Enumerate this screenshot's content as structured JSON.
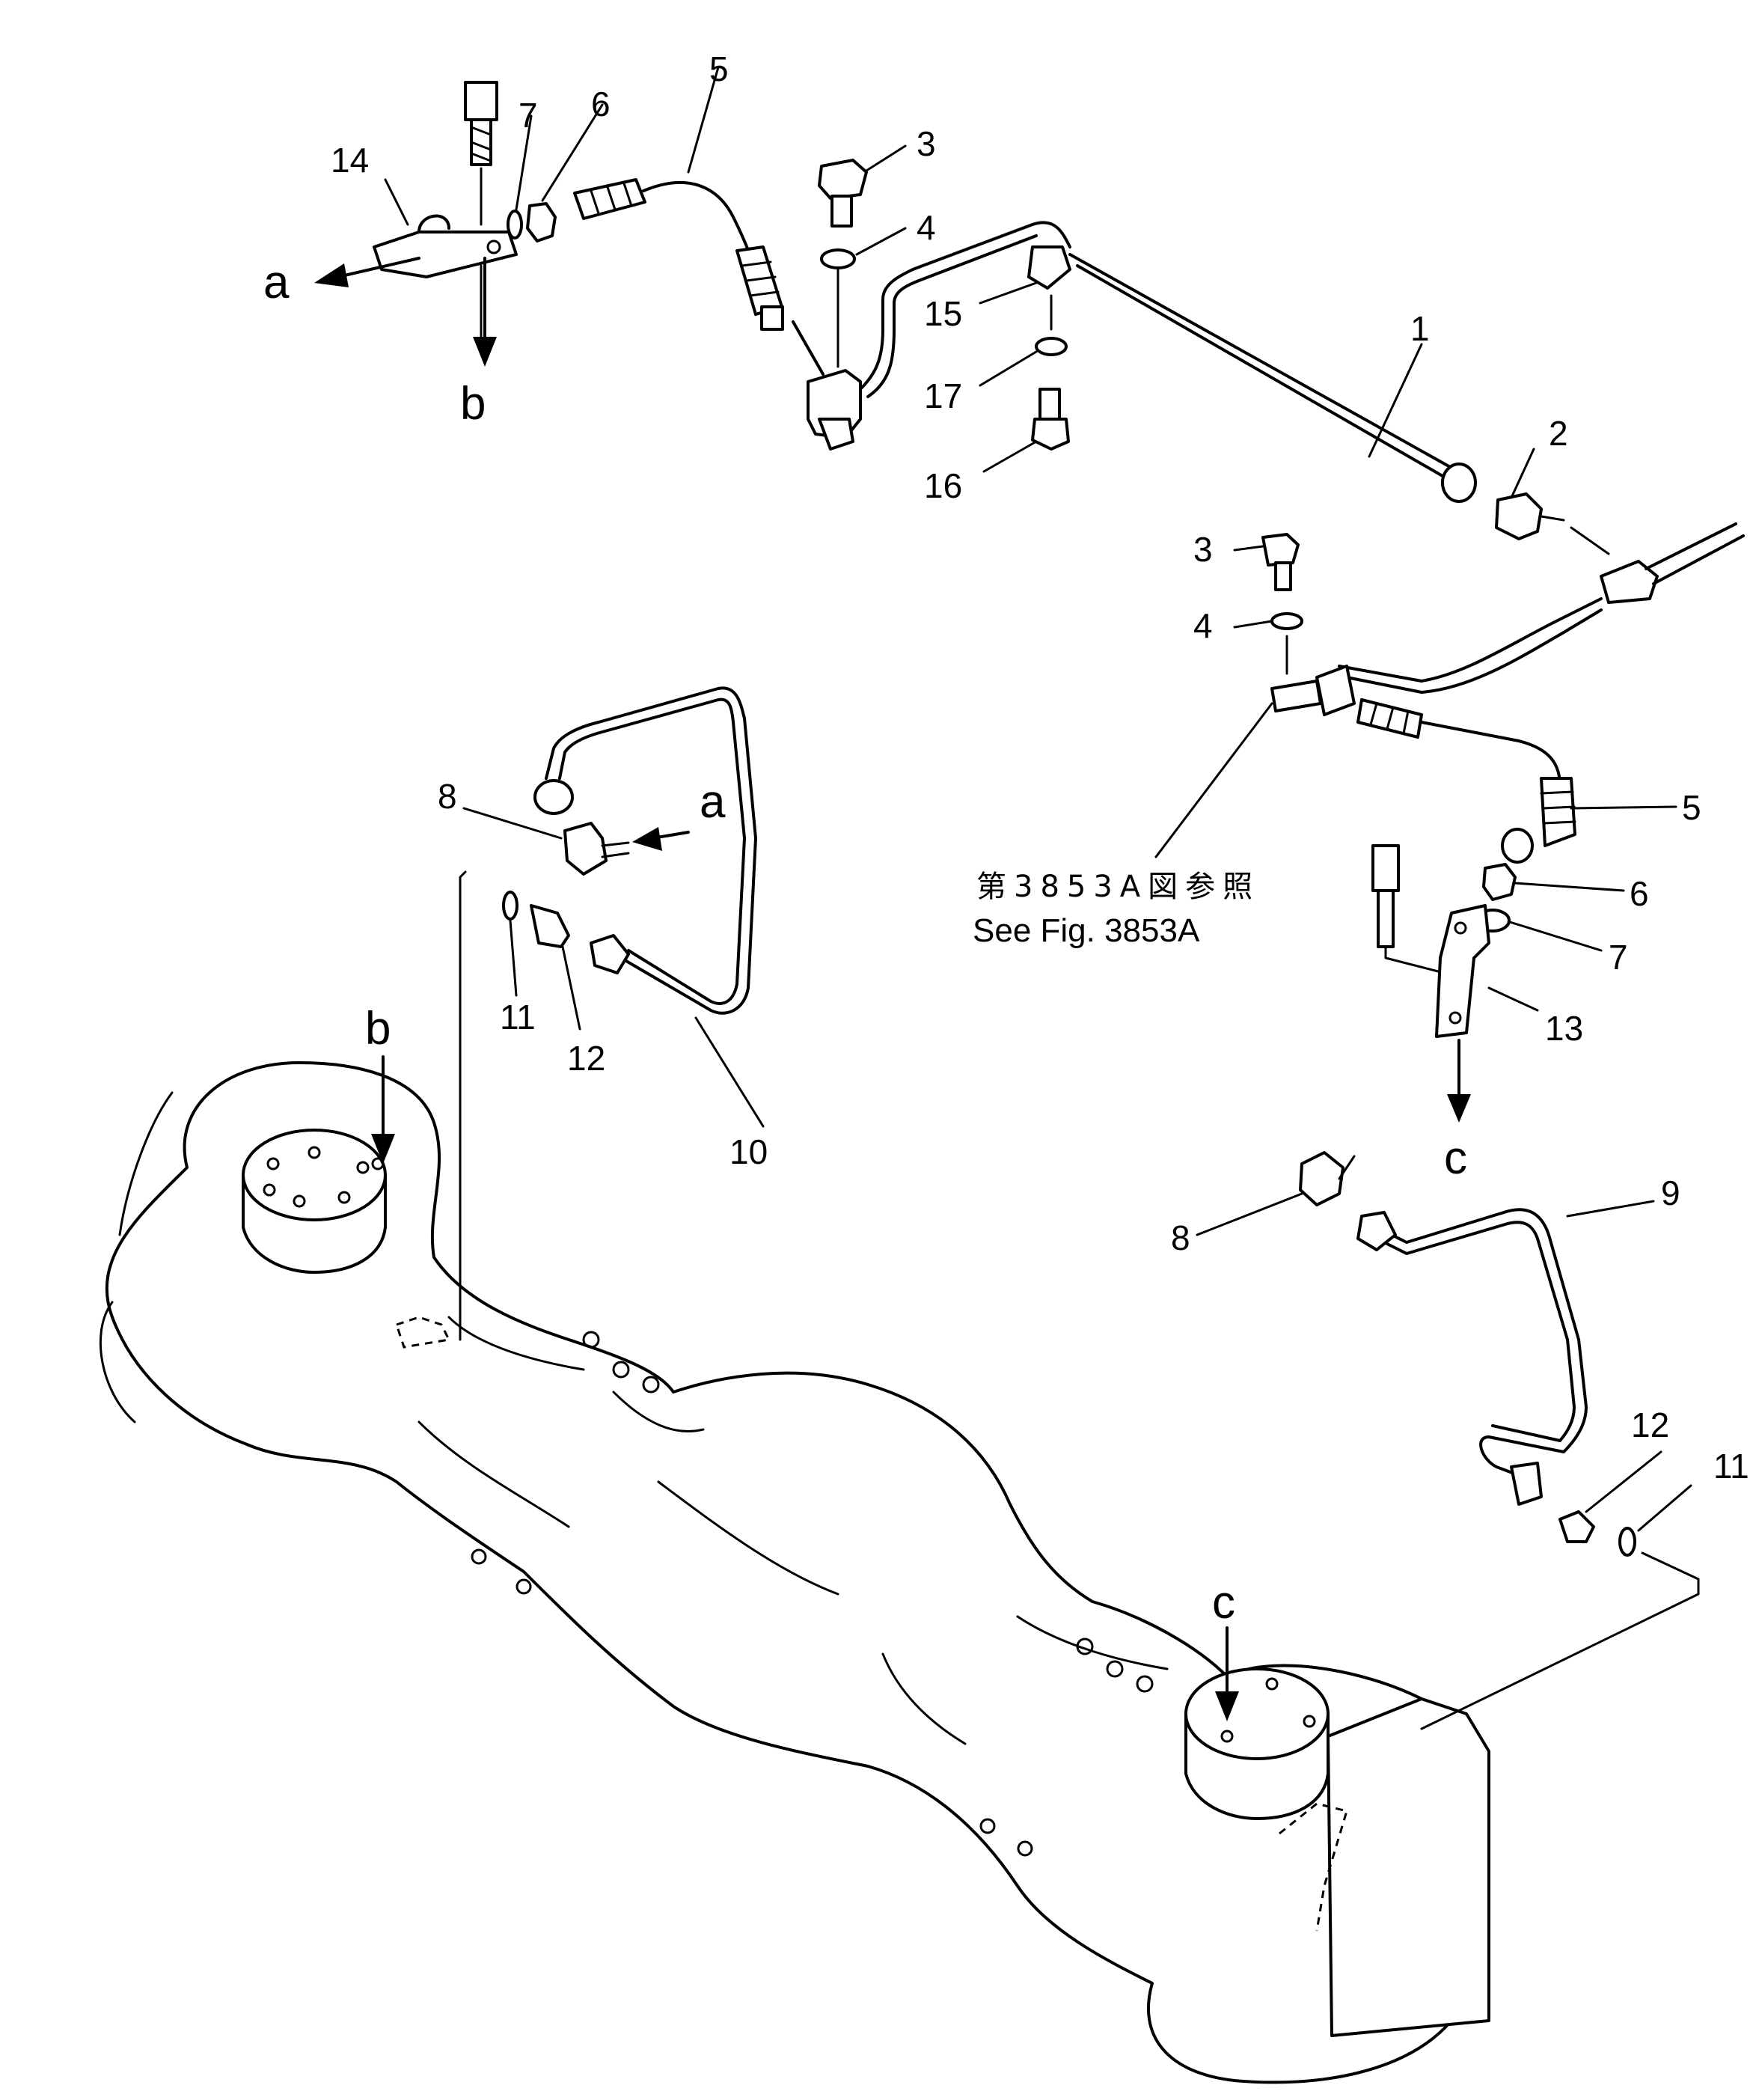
{
  "callouts": {
    "c1": "1",
    "c2": "2",
    "c3_top": "3",
    "c3_right": "3",
    "c4_top": "4",
    "c4_right": "4",
    "c5_top": "5",
    "c5_right": "5",
    "c6_top": "6",
    "c6_right": "6",
    "c7_top": "7",
    "c7_right": "7",
    "c8_left": "8",
    "c8_right": "8",
    "c9": "9",
    "c10": "10",
    "c11_left": "11",
    "c11_right": "11",
    "c12_left": "12",
    "c12_right": "12",
    "c13": "13",
    "c14": "14",
    "c15": "15",
    "c16": "16",
    "c17": "17"
  },
  "view_letters": {
    "a_arrow_top": "a",
    "a_arrow_mid": "a",
    "b_arrow_top": "b",
    "b_arrow_axle": "b",
    "c_arrow_bracket": "c",
    "c_arrow_axle": "c"
  },
  "reference_note": {
    "japanese": "第3853A図参照",
    "english": "See Fig. 3853A"
  }
}
